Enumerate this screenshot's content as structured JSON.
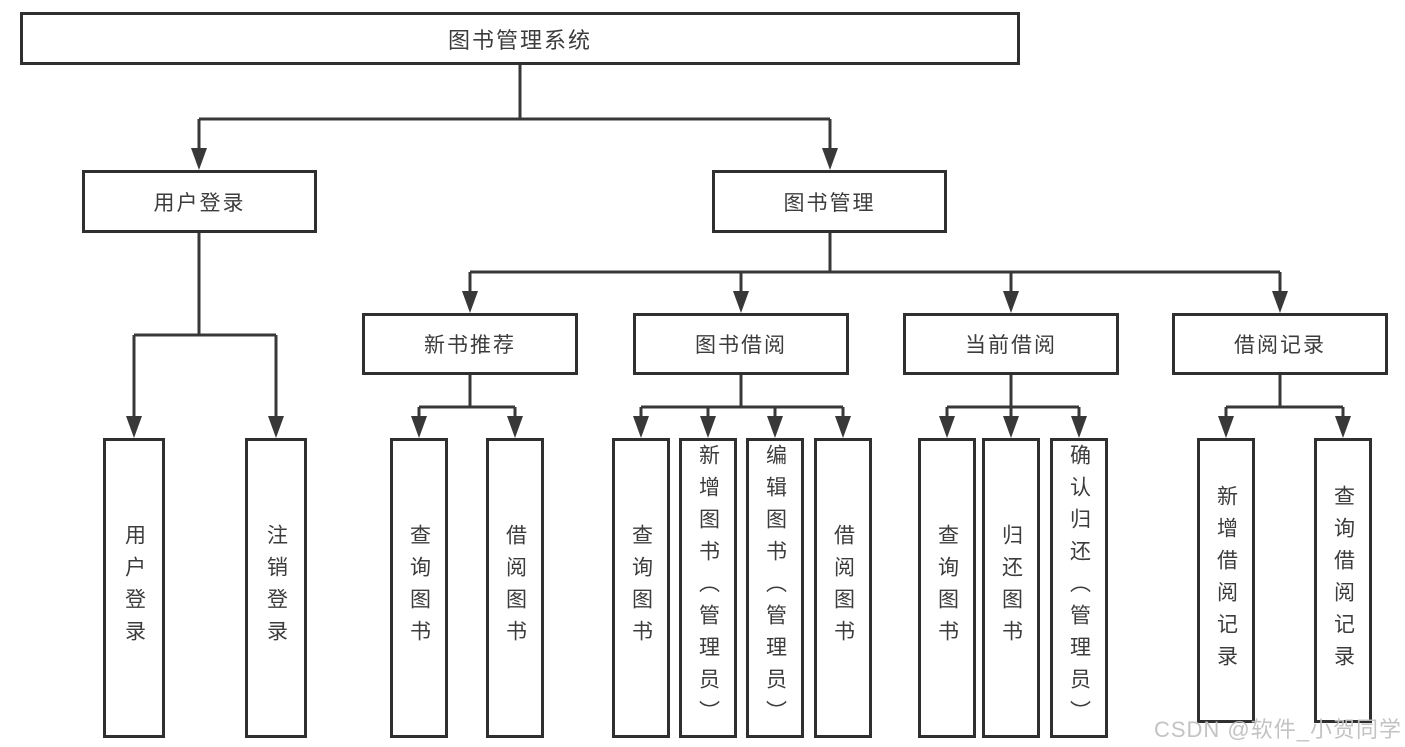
{
  "diagram": {
    "type": "hierarchy-tree",
    "tree": {
      "label": "图书管理系统",
      "children": [
        {
          "label": "用户登录",
          "children": [
            {
              "label": "用户登录"
            },
            {
              "label": "注销登录"
            }
          ]
        },
        {
          "label": "图书管理",
          "children": [
            {
              "label": "新书推荐",
              "children": [
                {
                  "label": "查询图书"
                },
                {
                  "label": "借阅图书"
                }
              ]
            },
            {
              "label": "图书借阅",
              "children": [
                {
                  "label": "查询图书"
                },
                {
                  "label": "新增图书（管理员）"
                },
                {
                  "label": "编辑图书（管理员）"
                },
                {
                  "label": "借阅图书"
                }
              ]
            },
            {
              "label": "当前借阅",
              "children": [
                {
                  "label": "查询图书"
                },
                {
                  "label": "归还图书"
                },
                {
                  "label": "确认归还（管理员）"
                }
              ]
            },
            {
              "label": "借阅记录",
              "children": [
                {
                  "label": "新增借阅记录"
                },
                {
                  "label": "查询借阅记录"
                }
              ]
            }
          ]
        }
      ]
    },
    "colors": {
      "line": "#383838",
      "box_border": "#2f2f2f",
      "box_fill": "#ffffff",
      "text": "#3c3c3c",
      "watermark": "#c0c0c0",
      "background": "#ffffff"
    }
  },
  "watermark": {
    "text": "CSDN @软件_小贺同学"
  }
}
